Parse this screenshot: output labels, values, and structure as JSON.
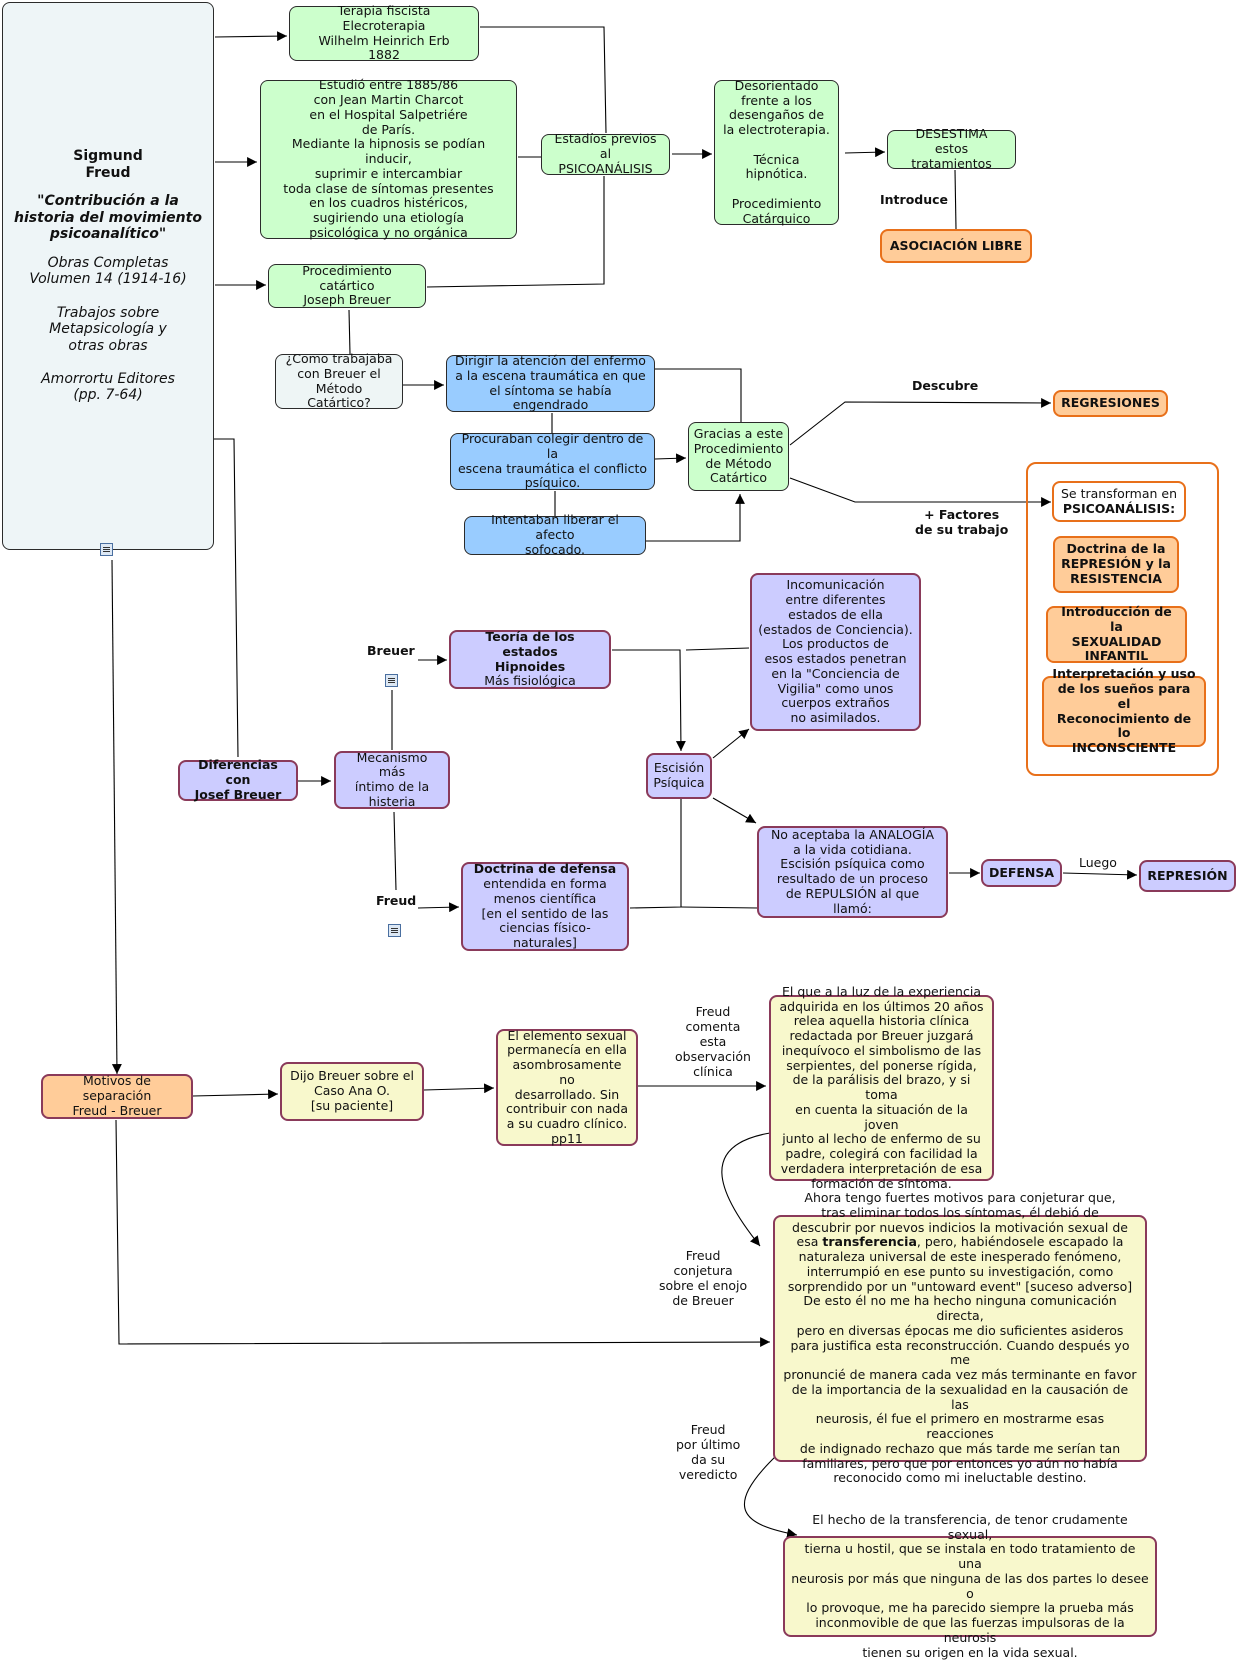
{
  "main": {
    "name": "Sigmund\nFreud",
    "title": "\"Contribución a la historia del movimiento psicoanalítico\"",
    "details": "Obras Completas\nVolumen 14 (1914-16)\n\nTrabajos sobre\nMetapsicología y\notras obras\n\nAmorrortu Editores\n(pp. 7-64)"
  },
  "nodes": {
    "terapia": "Terapia fiscista Elecroterapia\nWilhelm Heinrich Erb\n1882",
    "charcot": "Estudió entre 1885/86\ncon Jean Martin Charcot\nen el Hospital Salpetriére\nde París.\nMediante la hipnosis se podían inducir,\nsuprimir e intercambiar\ntoda clase de síntomas presentes\nen los cuadros histéricos,\nsugiriendo una etiología\npsicológica y no orgánica",
    "procedimiento": "Procedimiento catártico\nJoseph Breuer",
    "estadios": "Estadíos previos al\nPSICOANÁLISIS",
    "desorientado": "Desorientado\nfrente a los\ndesengaños de\nla electroterapia.\n\nTécnica hipnótica.\n\nProcedimiento\nCatárquico",
    "desestima": "DESESTIMA\nestos tratamientos",
    "asociacion": "ASOCIACIÓN LIBRE",
    "como": "¿Como trabajaba\ncon Breuer el\nMétodo Catártico?",
    "dirigir": "Dirigir la atención del enfermo\na la escena traumática en que\nel síntoma se había engendrado",
    "procuraban": "Procuraban colegir dentro de la\nescena traumática el conflicto\npsíquico.",
    "intentaban": "Intentaban liberar el afecto\nsofocado.",
    "gracias": "Gracias a este\nProcedimiento\nde Método\nCatártico",
    "regresiones": "REGRESIONES",
    "transforman_a": "Se transforman en",
    "transforman_b": "PSICOANÁLISIS:",
    "doctrina_rep": "Doctrina de la\nREPRESIÓN y la\nRESISTENCIA",
    "sexualidad": "Introducción de la\nSEXUALIDAD\nINFANTIL",
    "suenos": "Interpretación y uso\nde los sueños para el\nReconocimiento de lo\nINCONSCIENTE",
    "teoria_a": "Teoría de los estados\nHipnoides",
    "teoria_b": "Más fisiológica",
    "incomunicacion": "Incomunicación\nentre diferentes\nestados de ella\n(estados de Conciencia).\nLos productos de\nesos estados penetran\nen la \"Conciencia de\nVigilia\" como unos\ncuerpos extraños\nno asimilados.",
    "diferencias": "Diferencias con\nJosef Breuer",
    "mecanismo": "Mecanismo más\níntimo de la\nhisteria",
    "escision": "Escisión\nPsíquica",
    "doctrina_def_a": "Doctrina de defensa",
    "doctrina_def_b": "entendida en forma\nmenos científica\n[en el sentido de las\nciencias físico-naturales]",
    "no_aceptaba": "No aceptaba la ANALOGÍA\na la vida cotidiana.\nEscisión psíquica como\nresultado de un proceso\nde REPULSIÓN al que llamó:",
    "defensa": "DEFENSA",
    "represion": "REPRESIÓN",
    "motivos": "Motivos de separación\nFreud - Breuer",
    "dijo": "Dijo Breuer sobre el\nCaso Ana O.\n[su paciente]",
    "elemento": "El elemento sexual\npermanecía en ella\nasombrosamente no\ndesarrollado. Sin\ncontribuir con nada\na su cuadro clínico.\npp11",
    "el_que": "El que a la luz de la experiencia\nadquirida en los últimos 20 años\nrelea aquella historia clínica\nredactada por Breuer juzgará\ninequívoco el simbolismo de las\nserpientes, del ponerse rígida,\nde la parálisis del brazo, y si toma\nen cuenta la situación de la joven\njunto al lecho de enfermo de su\npadre, colegirá con facilidad la\nverdadera interpretación de esa\nformación de síntoma.",
    "ahora_a": "Ahora tengo fuertes motivos para conjeturar que,\ntras eliminar todos los síntomas, él debió de\ndescubrir por nuevos indicios la motivación sexual de\nesa ",
    "ahora_bold": "transferencia",
    "ahora_b": ", pero, habiéndosele escapado la\nnaturaleza universal de este inesperado fenómeno,\ninterrumpió en ese punto su investigación, como\nsorprendido por un \"untoward event\" [suceso adverso]\nDe esto él no me ha hecho ninguna comunicación directa,\npero en diversas épocas me dio suficientes asideros\npara justifica esta reconstrucción. Cuando después yo me\npronuncié de manera cada vez más terminante en favor\nde la importancia de la sexualidad en la causación de las\nneurosis, él fue el primero en mostrarme esas reacciones\nde indignado rechazo que más tarde me serían tan\nfamiliares, pero que por entonces yo aún no había\nreconocido como mi ineluctable destino.",
    "hecho": "El hecho de la transferencia, de tenor crudamente sexual,\ntierna u hostil, que se instala en todo tratamiento de una\nneurosis por más que ninguna de las dos partes lo desee o\nlo provoque, me ha parecido siempre la prueba más\ninconmovible de que las fuerzas impulsoras de la neurosis\ntienen su origen en la vida sexual."
  },
  "labels": {
    "introduce": "Introduce",
    "descubre": "Descubre",
    "factores": "+ Factores\nde su trabajo",
    "breuer": "Breuer",
    "freud": "Freud",
    "luego": "Luego",
    "comenta": "Freud\ncomenta\nesta\nobservación\nclínica",
    "conjetura": "Freud\nconjetura\nsobre el enojo\nde Breuer",
    "veredicto": "Freud\npor último\nda su\nveredicto"
  },
  "colors": {
    "green": "#ccffcc",
    "blue": "#99ccff",
    "lavender": "#ccccff",
    "yellow": "#f8f8cc",
    "orange": "#ffcc99",
    "orange_border": "#e8701a",
    "maroon_border": "#8a3a5a"
  },
  "icons": [
    "note-icon"
  ]
}
